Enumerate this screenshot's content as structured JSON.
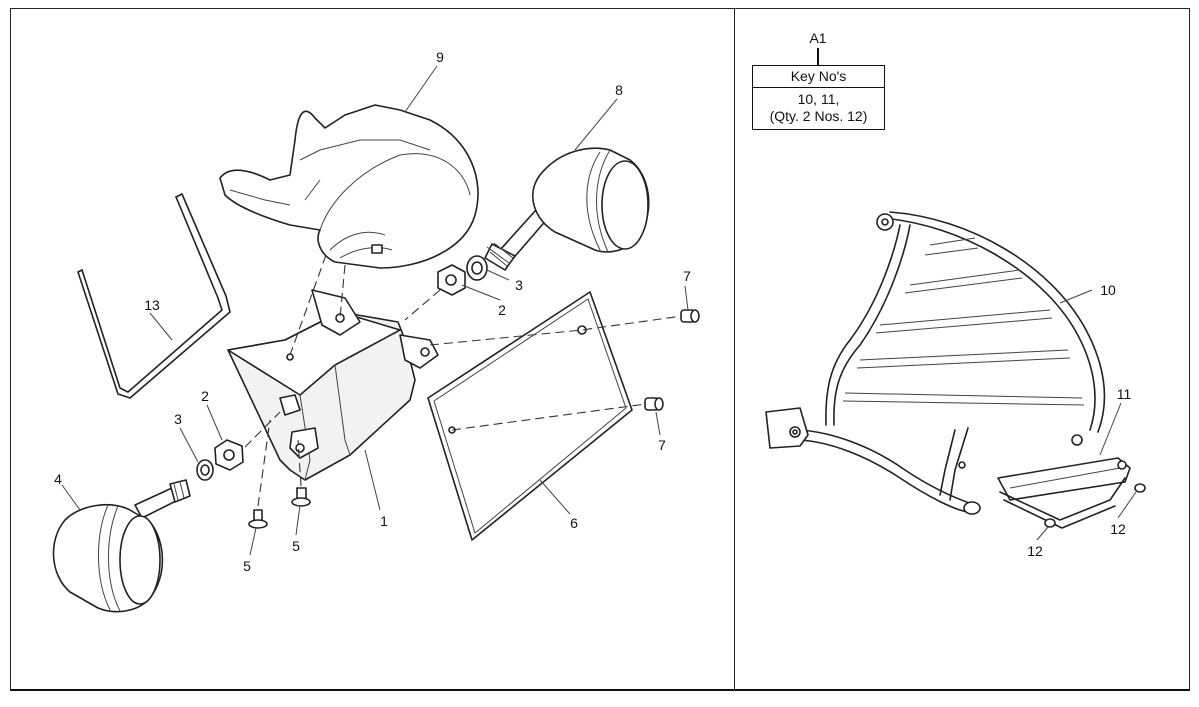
{
  "assembly": {
    "ref": "A1",
    "table_header": "Key No's",
    "table_line1": "10, 11,",
    "table_line2": "(Qty. 2 Nos. 12)"
  },
  "callouts_left": {
    "c1": "1",
    "c2a": "2",
    "c2b": "2",
    "c3a": "3",
    "c3b": "3",
    "c4": "4",
    "c5a": "5",
    "c5b": "5",
    "c6": "6",
    "c7a": "7",
    "c7b": "7",
    "c8": "8",
    "c9": "9",
    "c13": "13"
  },
  "callouts_right": {
    "c10": "10",
    "c11": "11",
    "c12a": "12",
    "c12b": "12"
  }
}
